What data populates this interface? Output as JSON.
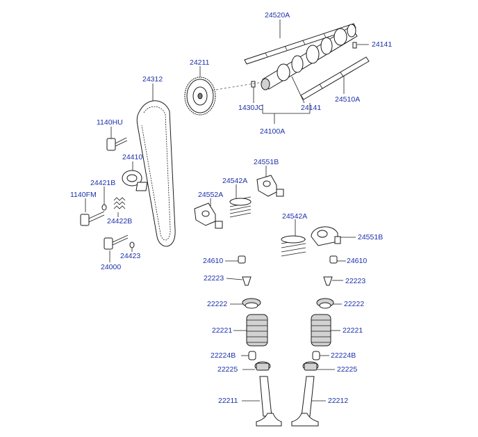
{
  "diagram": {
    "colors": {
      "label": "#1a2fa8",
      "line": "#1a1a1a",
      "shade": "#d2d2d2",
      "dark": "#7a7a7a"
    },
    "parts": {
      "shaft_upper": "24520A",
      "pin_right": "24141",
      "shaft_lower": "24510A",
      "pin_left": "1430JC",
      "cam_pin": "24141",
      "camshaft_assy": "24100A",
      "sprocket": "24211",
      "timing_belt": "24312",
      "bolt_top": "1140HU",
      "tensioner": "24410",
      "tensioner_washer": "24421B",
      "bolt_fm": "1140FM",
      "tensioner_spring": "24422B",
      "bolt_bottom": "24000",
      "washer_small": "24423",
      "arm_left_upper": "24551B",
      "spring_left_upper": "24542A",
      "arm_left_lower": "24552A",
      "spring_right": "24542A",
      "arm_right": "24551B",
      "lash_left": "24610",
      "lash_right": "24610",
      "keeper_left": "22223",
      "keeper_right": "22223",
      "retainer_left": "22222",
      "retainer_right": "22222",
      "valve_spring_left": "22221",
      "valve_spring_right": "22221",
      "seal_left": "22224B",
      "seal_right": "22224B",
      "seat_left": "22225",
      "seat_right": "22225",
      "intake_valve": "22211",
      "exhaust_valve": "22212"
    }
  }
}
